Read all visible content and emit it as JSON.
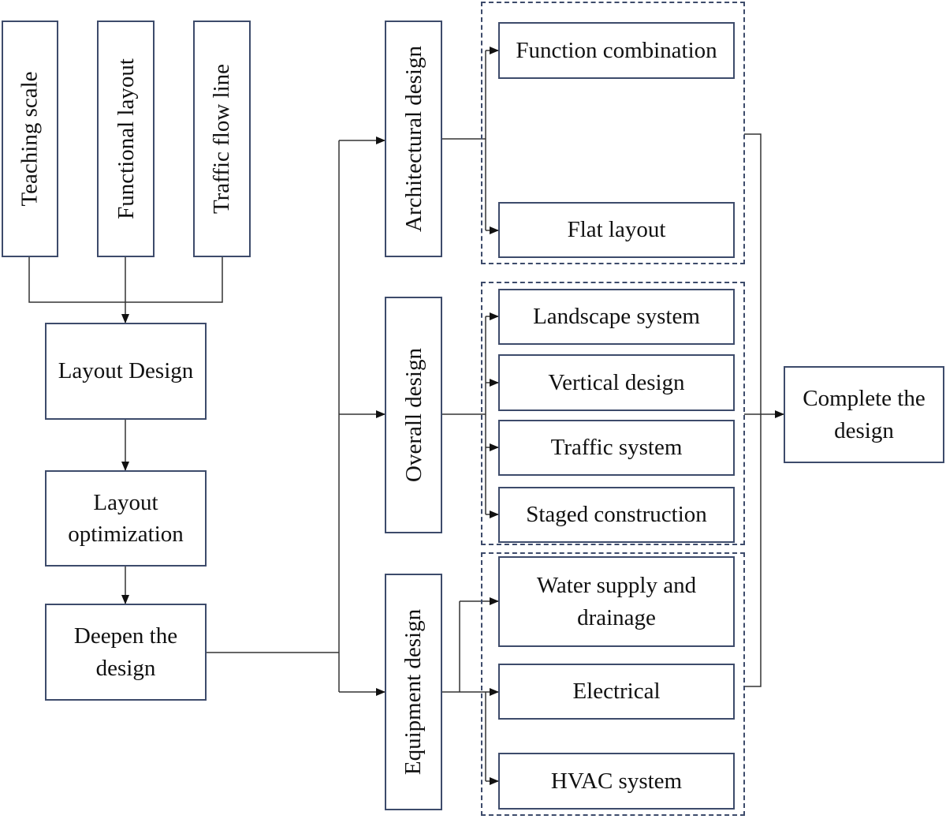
{
  "inputs": {
    "teaching_scale": "Teaching scale",
    "functional_layout": "Functional layout",
    "traffic_flow_line": "Traffic flow line"
  },
  "process": {
    "layout_design": "Layout Design",
    "layout_optimization": "Layout\noptimization",
    "deepen_design": "Deepen the\ndesign"
  },
  "categories": {
    "architectural": "Architectural design",
    "overall": "Overall design",
    "equipment": "Equipment design"
  },
  "architectural_items": {
    "function_combination": "Function combination",
    "flat_layout": "Flat layout"
  },
  "overall_items": {
    "landscape_system": "Landscape system",
    "vertical_design": "Vertical design",
    "traffic_system": "Traffic system",
    "staged_construction": "Staged construction"
  },
  "equipment_items": {
    "water_supply": "Water supply and\ndrainage",
    "electrical": "Electrical",
    "hvac_system": "HVAC system"
  },
  "result": {
    "complete_design": "Complete the\ndesign"
  },
  "colors": {
    "box_border": "#3d4b6b",
    "connector": "#333333"
  }
}
